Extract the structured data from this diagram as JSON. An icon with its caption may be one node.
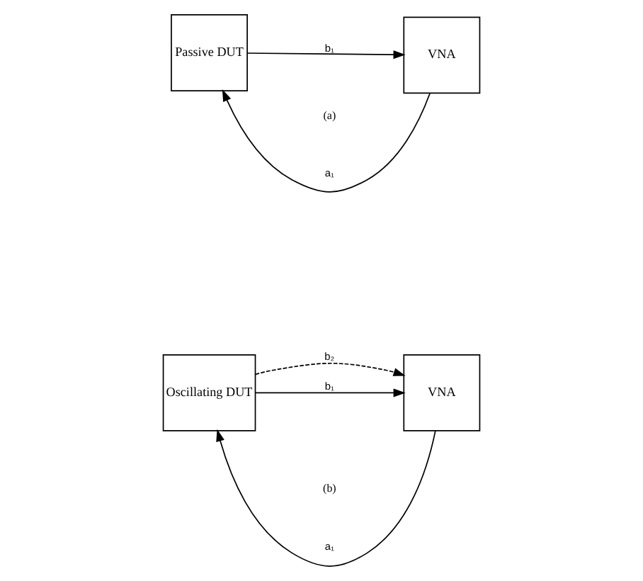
{
  "diagram": {
    "nodes": [
      {
        "text": [
          "Passive DUT"
        ]
      },
      {
        "text": [
          "VNA"
        ]
      },
      {
        "text": [
          "Oscillating DUT"
        ]
      },
      {
        "text": [
          "VNA"
        ]
      }
    ],
    "edges": [
      {
        "from": 1,
        "to": 0,
        "arrow": "to",
        "label": "a₁"
      },
      {
        "from": 0,
        "to": 1,
        "arrow": "to",
        "label": "b₁"
      },
      {
        "from": 3,
        "to": 2,
        "arrow": "to",
        "label": "a₁"
      },
      {
        "from": 2,
        "to": 3,
        "arrow": "to",
        "label": "b₂",
        "style": "dashed"
      },
      {
        "from": 2,
        "to": 3,
        "arrow": "to",
        "label": "b₁"
      }
    ],
    "labels": [
      "(a)",
      "(b)"
    ]
  }
}
